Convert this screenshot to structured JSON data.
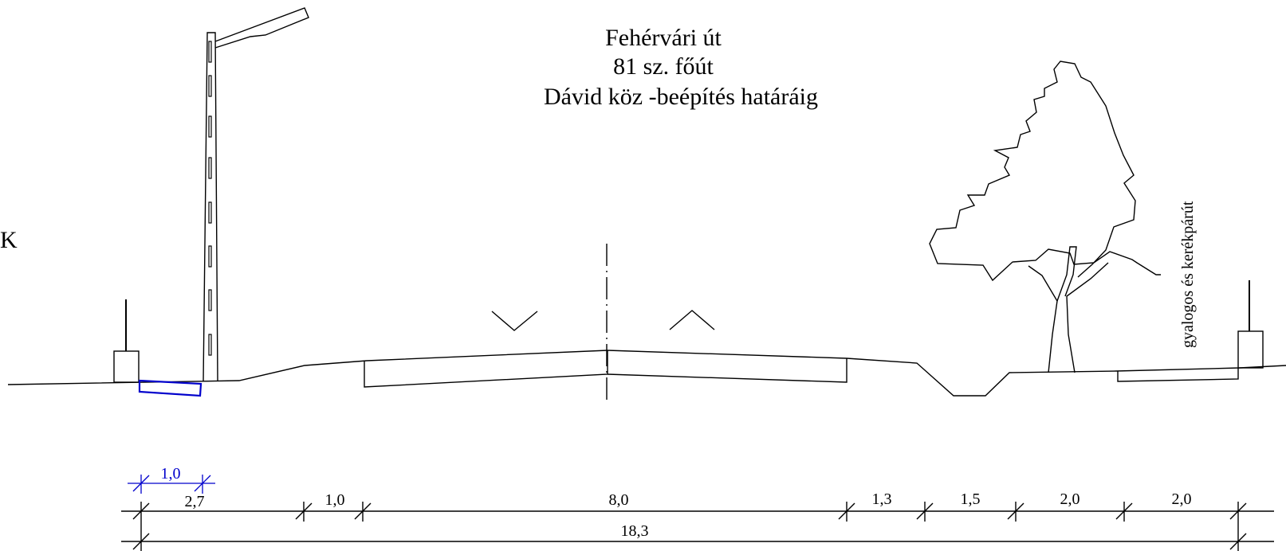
{
  "title": {
    "line1": "Fehérvári út",
    "line2": "81 sz. főút",
    "line3": "Dávid köz -beépítés határáig"
  },
  "side_mark": "K",
  "tree_label": "gyalogos és kerékpárút",
  "dimensions": {
    "blue_segment": "1,0",
    "segments": [
      "2,7",
      "1,0",
      "8,0",
      "1,3",
      "1,5",
      "2,0",
      "2,0"
    ],
    "total": "18,3"
  },
  "colors": {
    "line": "#000000",
    "highlight": "#0000cc"
  }
}
